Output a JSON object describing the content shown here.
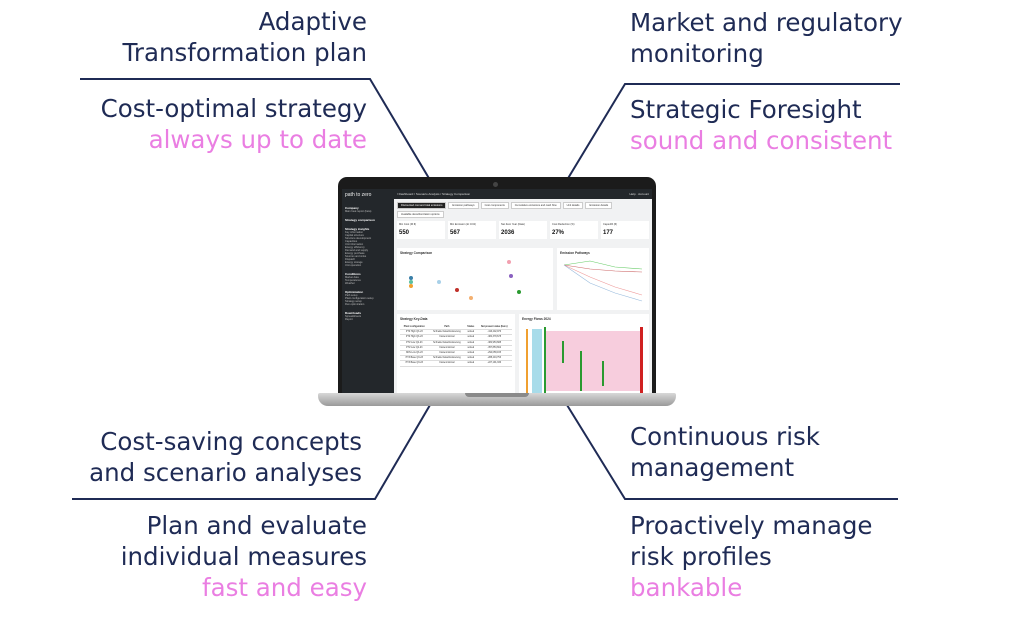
{
  "callouts": {
    "top_left": {
      "heading": [
        "Adaptive",
        "Transformation plan"
      ],
      "body": [
        "Cost-optimal strategy"
      ],
      "highlight": "always up to date"
    },
    "top_right": {
      "heading": [
        "Market and regulatory",
        "monitoring"
      ],
      "body": [
        "Strategic Foresight"
      ],
      "highlight": "sound and consistent"
    },
    "bottom_left": {
      "heading": [
        "Cost-saving concepts",
        "and scenario analyses"
      ],
      "body": [
        "Plan and evaluate",
        "individual measures"
      ],
      "highlight": "fast and easy"
    },
    "bottom_right": {
      "heading": [
        "Continuous risk",
        "management"
      ],
      "body": [
        "Proactively manage",
        "risk profiles"
      ],
      "highlight": "bankable"
    }
  },
  "colors": {
    "navy": "#1f2b55",
    "pink": "#ea7ee2"
  },
  "app": {
    "logo": "path to zero",
    "breadcrumb": "/ Dashboard / Scenario Analysis / Strategy Comparison",
    "top_right": [
      "Help",
      "Account"
    ],
    "sidebar": [
      {
        "title": "Company",
        "items": [
          "Main heat report (beta)"
        ]
      },
      {
        "title": "Strategy comparison",
        "items": []
      },
      {
        "title": "Strategy insights",
        "items": [
          "Key information",
          "Capital structure",
          "Structure development",
          "Capacities",
          "Unit information",
          "Energy efficiency",
          "Demand and supply",
          "Energy purchase",
          "Sources and sinks",
          "Dispatch",
          "Energy storage",
          "Unit operation"
        ]
      },
      {
        "title": "Conditions",
        "items": [
          "Market data",
          "Temperatures",
          "Weather"
        ]
      },
      {
        "title": "Optimization",
        "items": [
          "Path setup",
          "Plant configuration setup",
          "Strategy setup",
          "Run optimization"
        ]
      },
      {
        "title": "Downloads",
        "items": [
          "Spreadsheets",
          "Report"
        ]
      }
    ],
    "tabs": [
      "Discounted cost and total emissions",
      "Emission pathways",
      "Cost components",
      "Cumulative emissions and cash flow",
      "Unit details",
      "Emission details",
      "Available decarbonization options"
    ],
    "kpis": [
      {
        "label": "Min Cost (M €)",
        "value": "550"
      },
      {
        "label": "Min Emission (kt CO2)",
        "value": "567"
      },
      {
        "label": "Net Zero Year (Date)",
        "value": "2036"
      },
      {
        "label": "Cost Reduction (%)",
        "value": "27%"
      },
      {
        "label": "CapexIR (€)",
        "value": "177"
      }
    ],
    "cards": {
      "strategy_comparison": "Strategy Comparison",
      "emission_pathways": "Emission Pathways",
      "key_data": "Strategy Key-Data",
      "energy_flows": "Energy Flows 2024"
    },
    "table": {
      "headers": [
        "Plant configuration",
        "Path",
        "Status",
        "Net present value (Euro)"
      ],
      "rows": [
        [
          "PTZ High Q3-23",
          "Schnelle Dekarbonisierung",
          "solved",
          "-416,402,976"
        ],
        [
          "PTZ High Q3-23",
          "Kostenminimal",
          "solved",
          "-384,378,678"
        ],
        [
          "PTZ Low Q2-23",
          "Schnelle Dekarbonisierung",
          "solved",
          "-382,953,688"
        ],
        [
          "PTZ Low Q2-23",
          "Kostenminimal",
          "solved",
          "-357,853,662"
        ],
        [
          "NNS Low Q3-23",
          "Kostenminimal",
          "solved",
          "-294,058,165"
        ],
        [
          "PTZ Base Q3-23",
          "Schnelle Dekarbonisierung",
          "solved",
          "-288,404,753"
        ],
        [
          "PTZ Base Q3-23",
          "Kostenminimal",
          "solved",
          "-227,191,336"
        ]
      ]
    }
  }
}
